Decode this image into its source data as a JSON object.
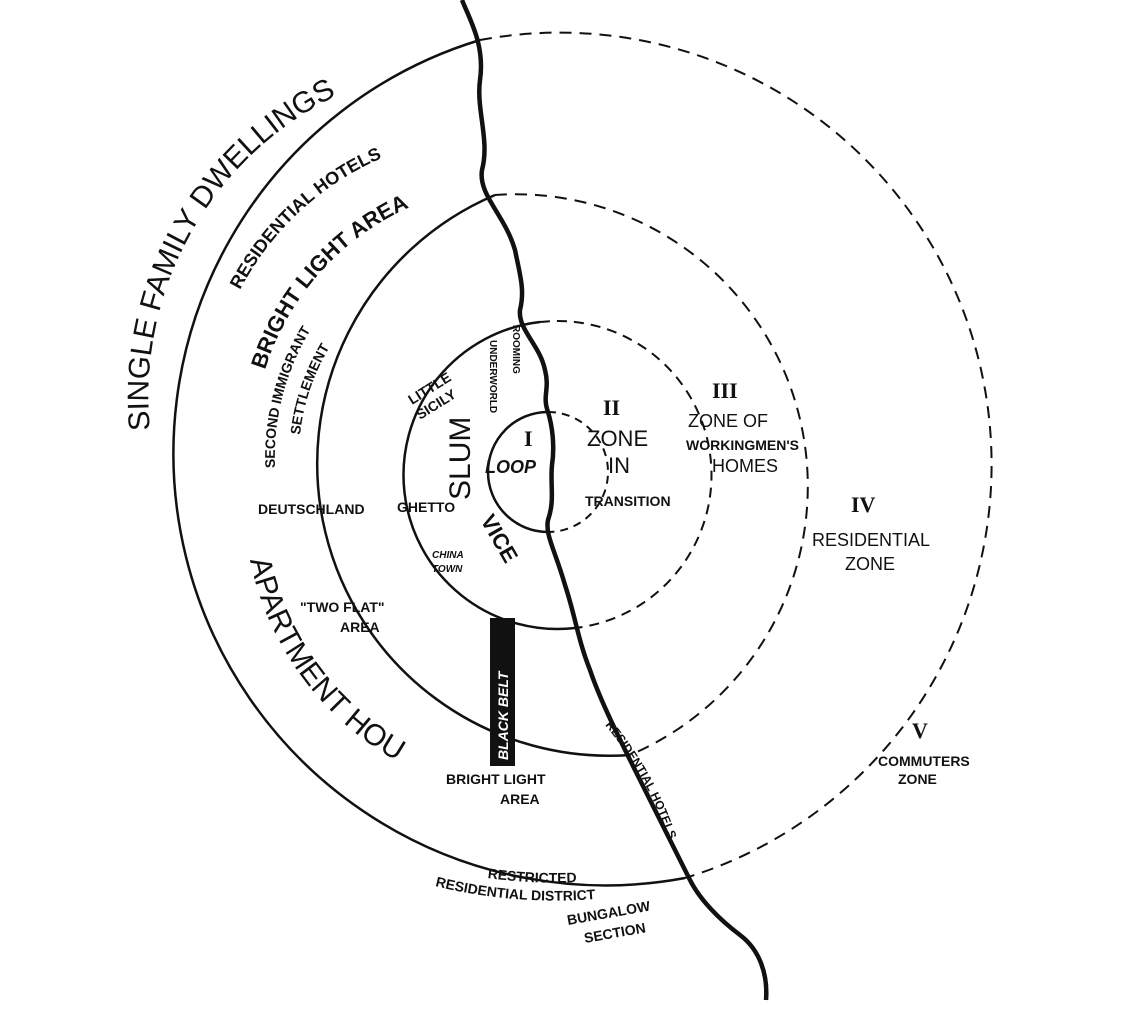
{
  "zones": {
    "loop": {
      "numeral": "I",
      "label": "LOOP"
    },
    "transition": {
      "numeral": "II",
      "line1": "ZONE",
      "line2": "IN",
      "line3": "TRANSITION"
    },
    "workingmen": {
      "numeral": "III",
      "line1": "ZONE OF",
      "line2": "WORKINGMEN'S",
      "line3": "HOMES"
    },
    "residential": {
      "numeral": "IV",
      "line1": "RESIDENTIAL",
      "line2": "ZONE"
    },
    "commuters": {
      "numeral": "V",
      "line1": "COMMUTERS",
      "line2": "ZONE"
    }
  },
  "labels": {
    "single_family": "SINGLE FAMILY DWELLINGS",
    "residential_hotels": "RESIDENTIAL HOTELS",
    "bright_light_area_top": "BRIGHT LIGHT AREA",
    "apartment_houses": "APARTMENT HOUSES",
    "second_immigrant_1": "SECOND IMMIGRANT",
    "second_immigrant_2": "SETTLEMENT",
    "deutschland": "DEUTSCHLAND",
    "ghetto": "GHETTO",
    "little_sicily_1": "LITTLE",
    "little_sicily_2": "SICILY",
    "underworld": "UNDERWORLD",
    "rooming": "ROOMING",
    "slum": "SLUM",
    "vice": "VICE",
    "china_town_1": "CHINA",
    "china_town_2": "TOWN",
    "two_flat_1": "\"TWO FLAT\"",
    "two_flat_2": "AREA",
    "black_belt": "BLACK BELT",
    "bright_light_area_bottom_1": "BRIGHT LIGHT",
    "bright_light_area_bottom_2": "AREA",
    "restricted_1": "RESTRICTED",
    "restricted_2": "RESIDENTIAL DISTRICT",
    "bungalow_1": "BUNGALOW",
    "bungalow_2": "SECTION",
    "residential_hotels_lower": "RESIDENTIAL HOTELS"
  }
}
